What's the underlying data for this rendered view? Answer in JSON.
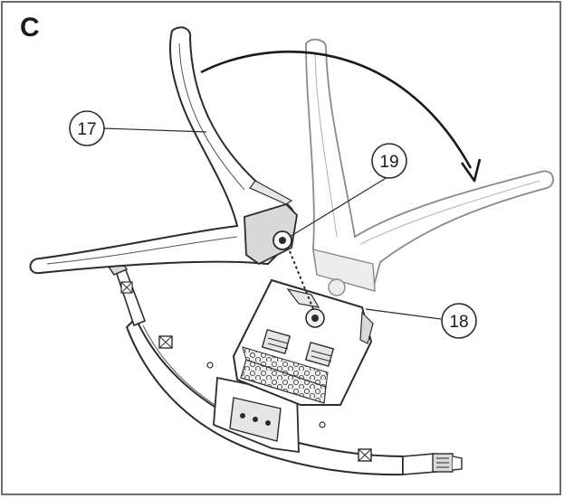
{
  "figure": {
    "panel_label": "C",
    "callouts": [
      {
        "id": "17",
        "label": "17"
      },
      {
        "id": "18",
        "label": "18"
      },
      {
        "id": "19",
        "label": "19"
      }
    ],
    "colors": {
      "line": "#2b2b2b",
      "frame": "#6e6e6e",
      "fill_light": "#ffffff",
      "fill_grey": "#d9d9d9",
      "ghost_line": "#8a8a8a"
    }
  }
}
